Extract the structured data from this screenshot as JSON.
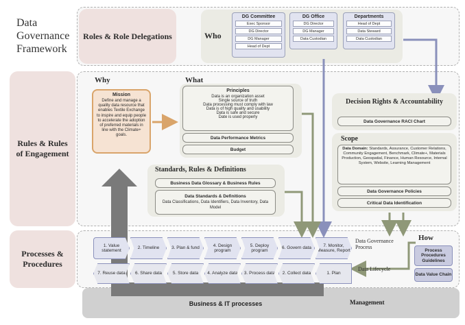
{
  "framework_title": "Data Governance Framework",
  "roles": {
    "label": "Roles & Role Delegations",
    "who": "Who",
    "groups": [
      {
        "title": "DG Committee",
        "items": [
          "Exec Sponsor",
          "DG Director",
          "DG Manager",
          "Head of Dept"
        ]
      },
      {
        "title": "DG Office",
        "items": [
          "DG Director",
          "DG Manager",
          "Data Custodian"
        ]
      },
      {
        "title": "Departments",
        "items": [
          "Head of Dept",
          "Data Steward",
          "Data Custodian"
        ]
      }
    ]
  },
  "rules": {
    "label": "Rules & Rules of Engagement",
    "why": "Why",
    "what": "What",
    "mission_title": "Mission",
    "mission_text": "Define and manage a quality data resource that enables Textile Exchange to inspire and equip people to accelerate the adoption of preferred materials in line with the Climate+ goals.",
    "principles_title": "Principles",
    "principles": [
      "Data is an organization asset",
      "Single source of truth",
      "Data processing must comply with law",
      "Data is of high quality and usability",
      "Data is safe and secure",
      "Date is used properly"
    ],
    "metrics": "Data Performance Metrics",
    "budget": "Budget",
    "standards_title": "Standards, Rules & Definitions",
    "glossary": "Business Data Glossary & Business Rules",
    "std_defs_title": "Data Standards & Definitions",
    "std_defs_text": "Data Classifications, Data Identifiers, Data Inventory, Data Model",
    "decision_title": "Decision Rights & Accountability",
    "raci": "Data Governance RACI Chart",
    "scope_title": "Scope",
    "domain_label": "Data Domain:",
    "domain_text": "Standards, Assurance, Customer Relations, Community Engagement, Benchmark, Climate+, Materials Production, Geospatial, Finance, Human Resource, Internal System, Website, Learning Management",
    "policies": "Data Governance Policies",
    "critical": "Critical Data Identification"
  },
  "processes": {
    "label": "Processes & Procedures",
    "how": "How",
    "gov_steps": [
      "1. Value statement",
      "2. Timeline",
      "3. Plan & fund",
      "4. Design program",
      "5. Deploy program",
      "6. Govern data",
      "7. Monitor, Measure, Report"
    ],
    "gov_label": "Data Governance Process",
    "life_steps": [
      "7. Reuse data",
      "6. Share data",
      "5. Store data",
      "4. Analyze data",
      "3. Process data",
      "2. Collect data",
      "1. Plan"
    ],
    "life_label": "Data Lifecycle",
    "guidelines": "Process Procedures Guidelines",
    "value_chain": "Data Value Chain",
    "business": "Business & IT processes",
    "management": "Management"
  },
  "colors": {
    "arrow_blue": "#8a90bb",
    "arrow_olive": "#8f9878",
    "arrow_orange": "#d9a46a",
    "mission_bg": "#f6e3d3",
    "mission_border": "#d9a46a",
    "side_bg": "#efe1df",
    "step_bg": "#e1e3f0"
  }
}
